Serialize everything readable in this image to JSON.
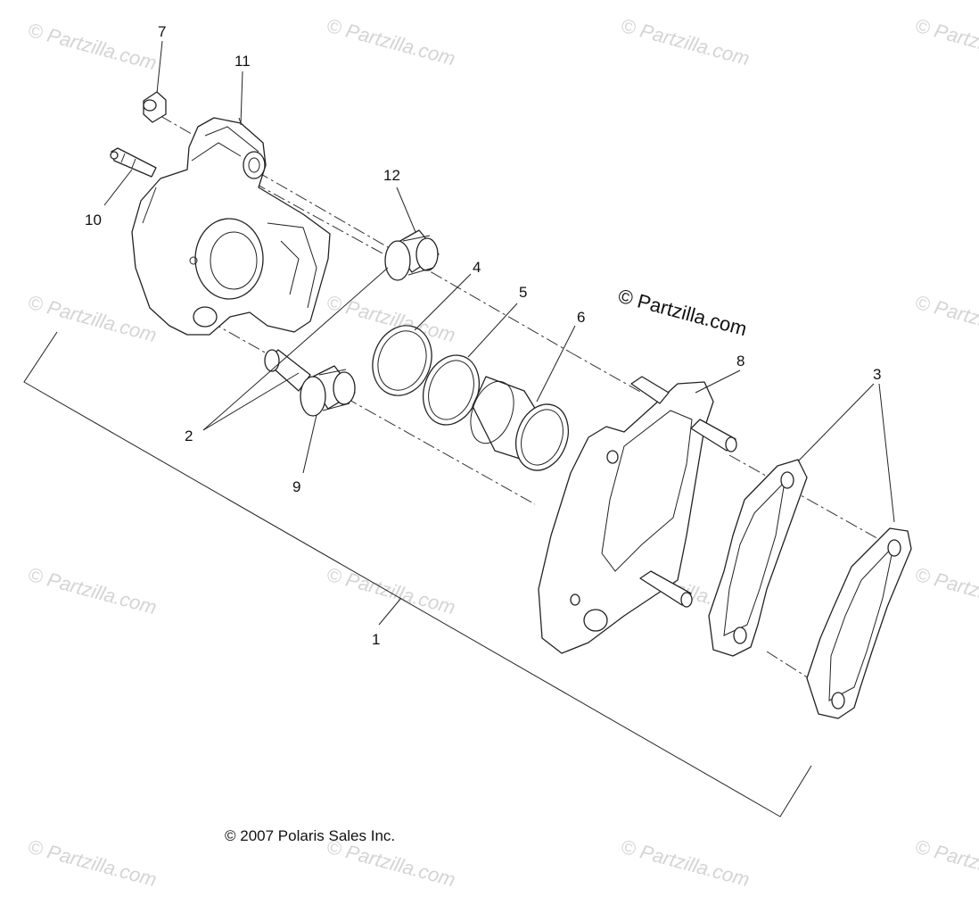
{
  "copyright": "© 2007 Polaris Sales Inc.",
  "watermark": "© Partzilla.com",
  "callouts": {
    "c1": "1",
    "c2": "2",
    "c3": "3",
    "c4": "4",
    "c5": "5",
    "c6": "6",
    "c7": "7",
    "c8": "8",
    "c9": "9",
    "c10": "10",
    "c11": "11",
    "c12": "12"
  }
}
